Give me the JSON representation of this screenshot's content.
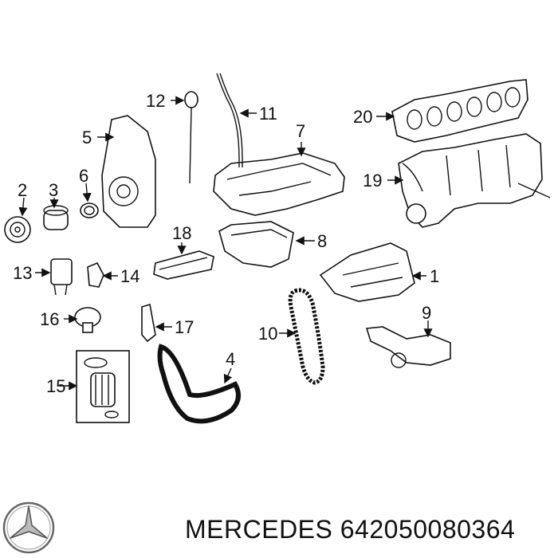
{
  "brand": {
    "name": "MERCEDES",
    "part_number": "642050080364",
    "logo_icon": "mercedes-star-icon"
  },
  "callouts": [
    {
      "id": "1",
      "label": "1"
    },
    {
      "id": "2",
      "label": "2"
    },
    {
      "id": "3",
      "label": "3"
    },
    {
      "id": "4",
      "label": "4"
    },
    {
      "id": "5",
      "label": "5"
    },
    {
      "id": "6",
      "label": "6"
    },
    {
      "id": "7",
      "label": "7"
    },
    {
      "id": "8",
      "label": "8"
    },
    {
      "id": "9",
      "label": "9"
    },
    {
      "id": "10",
      "label": "10"
    },
    {
      "id": "11",
      "label": "11"
    },
    {
      "id": "12",
      "label": "12"
    },
    {
      "id": "13",
      "label": "13"
    },
    {
      "id": "14",
      "label": "14"
    },
    {
      "id": "15",
      "label": "15"
    },
    {
      "id": "16",
      "label": "16"
    },
    {
      "id": "17",
      "label": "17"
    },
    {
      "id": "18",
      "label": "18"
    },
    {
      "id": "19",
      "label": "19"
    },
    {
      "id": "20",
      "label": "20"
    }
  ]
}
